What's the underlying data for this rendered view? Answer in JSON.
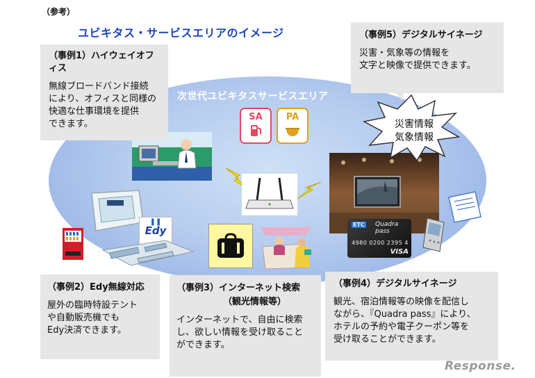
{
  "header": {
    "ref": "（参考）",
    "title": "ユビキタス・サービスエリアのイメージ"
  },
  "area": {
    "title": "次世代ユビキタスサービスエリア",
    "sa_label": "SA",
    "pa_label": "PA"
  },
  "burst": {
    "line1": "災害情報",
    "line2": "気象情報"
  },
  "cases": {
    "case1": {
      "heading": "（事例1）ハイウェイオフィス",
      "body": "無線ブロードバンド接続\nにより、オフィスと同様の\n快適な仕事環境を提供\nできます。"
    },
    "case2": {
      "heading": "（事例2）Edy無線対応",
      "body": "屋外の臨時特設テント\nや自動販売機でも\nEdy決済できます。"
    },
    "case3": {
      "heading": "（事例3）インターネット検索",
      "heading2": "（観光情報等）",
      "body": "インターネットで、自由に検索\nし、欲しい情報を受け取ること\nができます。"
    },
    "case4": {
      "heading": "（事例4）デジタルサイネージ",
      "body": "観光、宿泊情報等の映像を配信し\nながら、『Quadra pass』により、\nホテルの予約や電子クーポン等を\n受け取ることができます。"
    },
    "case5": {
      "heading": "（事例5）デジタルサイネージ",
      "body": "災害・気象等の情報を\n文字と映像で提供できます。"
    }
  },
  "labels": {
    "edy": "Edy",
    "card_brand": "Quadra pass",
    "card_visa": "VISA",
    "card_etc": "ETC",
    "card_number": "4980 0200 2395 4"
  },
  "footer": {
    "logo": "Response."
  },
  "colors": {
    "title": "#1a46b8",
    "oval": "#9db7e8",
    "box": "#e6e6e6",
    "sa": "#e04a64",
    "pa": "#e0a020"
  }
}
